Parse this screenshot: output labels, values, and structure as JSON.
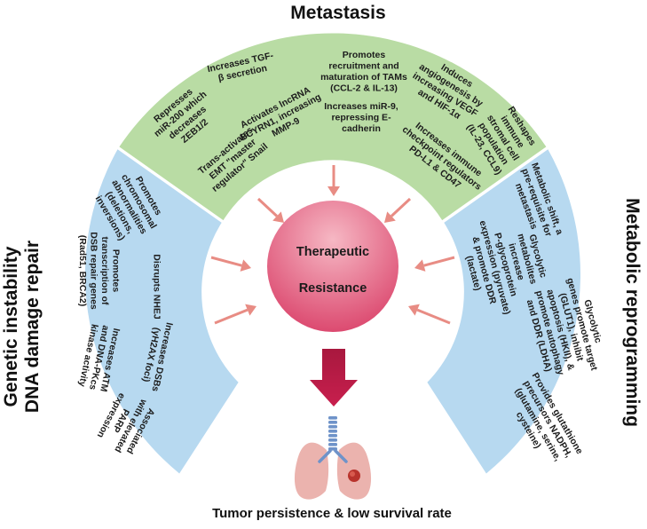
{
  "titles": {
    "top": "Metastasis",
    "left_line1": "Genetic instability",
    "left_line2": "DNA damage repair",
    "right": "Metabolic reprogramming"
  },
  "center": {
    "line1": "Therapeutic",
    "line2": "Resistance"
  },
  "bottom_caption": "Tumor persistence & low survival rate",
  "metastasis_items": [
    [
      "Represses",
      "miR-200 which",
      "decreases",
      "ZEB1/2"
    ],
    [
      "Increases TGF-",
      "β secretion"
    ],
    [
      "Trans-activates",
      "EMT \"master",
      "regulator\" Snail"
    ],
    [
      "Activates lncRNA",
      "BCYRN1, increasing",
      "MMP-9"
    ],
    [
      "Promotes",
      "recruitment and",
      "maturation of TAMs",
      "(CCL-2 & IL-13)"
    ],
    [
      "Increases miR-9,",
      "repressing E-",
      "cadherin"
    ],
    [
      "Induces",
      "angiogenesis by",
      "increasing VEGF",
      "and HIF-1α"
    ],
    [
      "Increases immune",
      "checkpoint regulators",
      "PD-L1 & CD47"
    ],
    [
      "Reshapes",
      "immune",
      "stromal cell",
      "population",
      "(IL-23, CCL9)"
    ]
  ],
  "genetic_items": [
    [
      "Promotes",
      "chromosomal",
      "abnormalities",
      "(deletions,",
      "inversions)"
    ],
    [
      "Promotes",
      "transcription of",
      "DSB repair genes",
      "(Rad51, BRCA2)"
    ],
    [
      "Disrupts NHEJ"
    ],
    [
      "Increases ATM",
      "and DNA-PKcs",
      "kinase activity"
    ],
    [
      "Increases DSBs",
      "(γH2AX foci)"
    ],
    [
      "Associated",
      "with elevated",
      "PARP",
      "expression"
    ]
  ],
  "metabolic_items": [
    [
      "Metabolic shift, a",
      "pre-requisite for",
      "metastasis"
    ],
    [
      "Glycolytic",
      "metabolites",
      "increase",
      "P-glycoprotein",
      "expression (pyruvate)",
      "& promote DDR",
      "(lactate)"
    ],
    [
      "Glycolytic",
      "genes promote target",
      "(GLUT1), inhibit",
      "apoptosis (HKII), &",
      "promote autophagy",
      "and DDR (LDHA)"
    ],
    [
      "Provides glutathione",
      "precursors NADPH,",
      "(glutamine, serine,",
      "cysteine)"
    ]
  ],
  "colors": {
    "metastasis_band": "#b9dca4",
    "side_bands": "#b7d9f0",
    "arrows": "#e88c84",
    "center_top": "#f6b8c4",
    "center_bottom": "#dc4a70",
    "down_arrow": "#c81f4e",
    "trachea": "#6f93c9",
    "lungs": "#ebb3ae"
  },
  "icons": [
    "down-arrow-icon",
    "lungs-icon",
    "tumor-icon"
  ]
}
